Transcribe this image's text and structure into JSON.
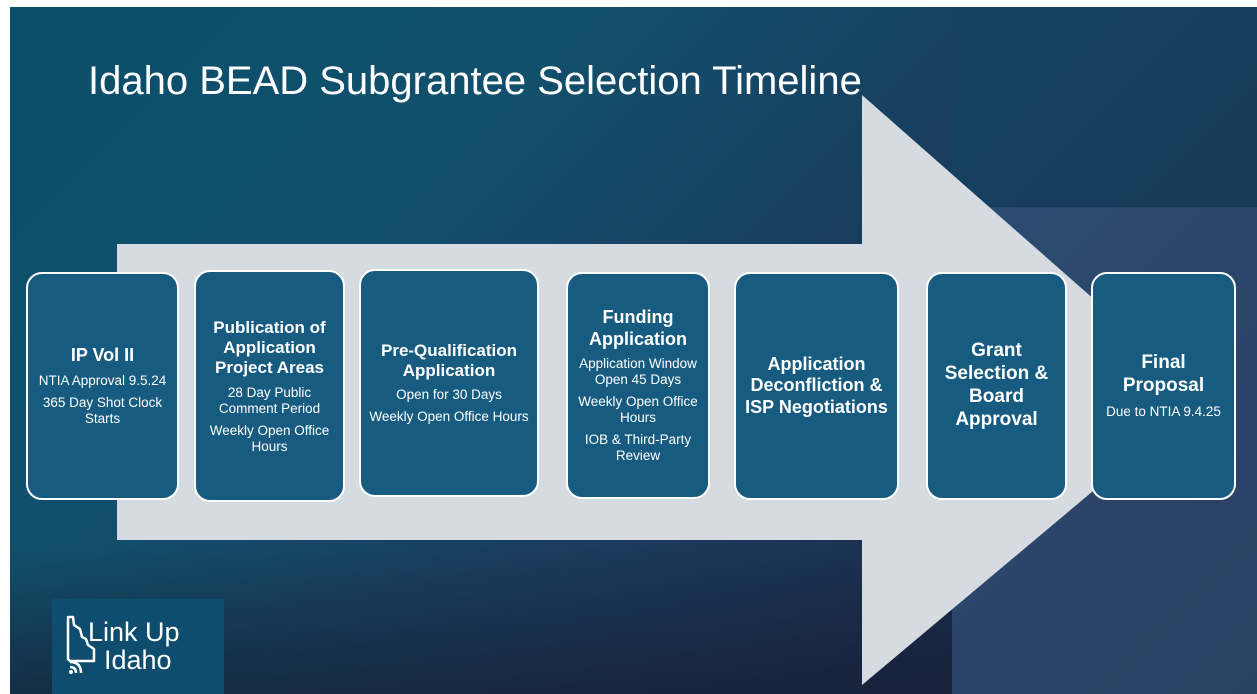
{
  "slide": {
    "title": "Idaho BEAD Subgrantee Selection Timeline",
    "colors": {
      "background_dark": "#1c2a4a",
      "background_teal": "#0b4f6b",
      "arrow": "#d6dbe1",
      "step_box": "#175c80",
      "step_border": "#ffffff",
      "text": "#ffffff"
    }
  },
  "steps": [
    {
      "title_lines": [
        "IP Vol II"
      ],
      "details": [
        "NTIA Approval 9.5.24",
        "365 Day Shot Clock Starts"
      ]
    },
    {
      "title_lines": [
        "Publication of Application Project Areas"
      ],
      "details": [
        "28 Day Public Comment Period",
        "Weekly Open Office Hours"
      ]
    },
    {
      "title_lines": [
        "Pre-Qualification Application"
      ],
      "details": [
        "Open for 30 Days",
        "Weekly Open Office Hours"
      ]
    },
    {
      "title_lines": [
        "Funding Application"
      ],
      "details": [
        "Application Window Open 45 Days",
        "Weekly Open Office Hours",
        "IOB & Third-Party Review"
      ]
    },
    {
      "title_lines": [
        "Application Deconfliction & ISP Negotiations"
      ],
      "details": []
    },
    {
      "title_lines": [
        "Grant Selection & Board Approval"
      ],
      "details": []
    },
    {
      "title_lines": [
        "Final Proposal"
      ],
      "details": [
        "Due to NTIA 9.4.25"
      ]
    }
  ],
  "logo": {
    "line1": "Link Up",
    "line2": "Idaho",
    "icon": "idaho-state-wifi-icon"
  }
}
